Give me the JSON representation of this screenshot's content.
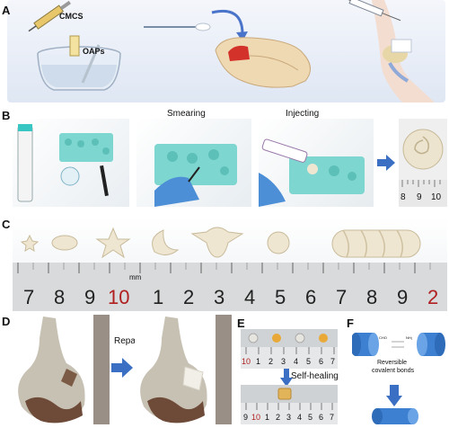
{
  "panels": {
    "a": {
      "label": "A",
      "cmcs": "CMCS",
      "oaps": "OAPs"
    },
    "b": {
      "label": "B",
      "smearing": "Smearing",
      "injecting": "Injecting",
      "ruler": [
        "8",
        "9",
        "10"
      ]
    },
    "c": {
      "label": "C",
      "unit": "mm",
      "ruler": [
        "7",
        "8",
        "9",
        "10",
        "1",
        "2",
        "3",
        "4",
        "5",
        "6",
        "7",
        "8",
        "9",
        "2"
      ]
    },
    "d": {
      "label": "D",
      "repair": "Repair"
    },
    "e": {
      "label": "E",
      "self_healing": "Self-healing",
      "ruler_top": [
        "10",
        "1",
        "2",
        "3",
        "4",
        "5",
        "6",
        "7"
      ],
      "ruler_bottom": [
        "9",
        "10",
        "1",
        "2",
        "3",
        "4",
        "5",
        "6",
        "7"
      ]
    },
    "f": {
      "label": "F",
      "reversible": "Reversible",
      "covalent": "covalent bonds",
      "cho": "CHO",
      "nh2": "NH₂"
    }
  },
  "colors": {
    "panel_a_bg": "#e8eef8",
    "mold": "#7ed6d0",
    "hydrogel": "#efe6d2",
    "arrow": "#3a6fc4",
    "cylinder": "#3d7fd0"
  }
}
